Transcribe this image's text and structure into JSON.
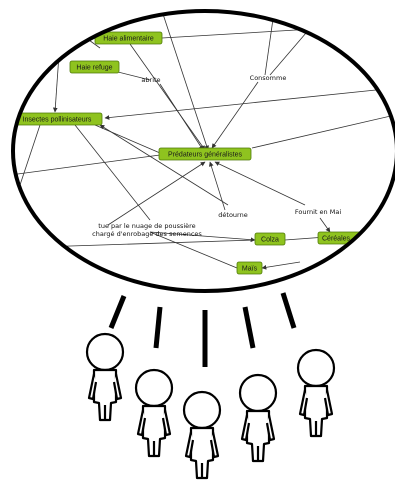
{
  "diagram": {
    "nodes": {
      "haie_alimentaire": "Haie alimentaire",
      "haie_refuge": "Haie refuge",
      "insectes_pollinisateurs": "Insectes pollinisateurs",
      "predateurs_generalistes": "Prédateurs généralistes",
      "colza": "Colza",
      "cereales": "Céréales",
      "mais": "Maïs"
    },
    "edge_labels": {
      "abrite": "abrite",
      "consomme": "Consomme",
      "tue_line1": "tue par le nuage de poussière",
      "tue_line2": "chargé d'enrobage des semences",
      "detourne": "détourne",
      "fournit": "Fournit en Mai"
    },
    "colors": {
      "node_fill": "#8fc31f",
      "node_stroke": "#4f7a0a",
      "bubble_stroke": "#000000",
      "line": "#333333"
    },
    "people_count": 5
  }
}
